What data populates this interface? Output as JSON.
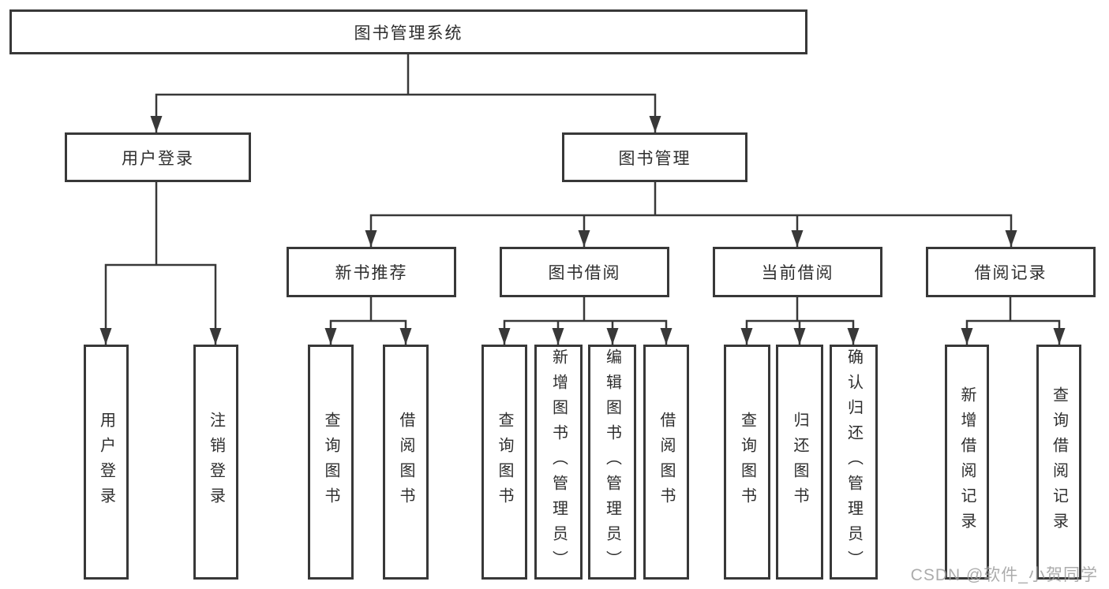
{
  "diagram": {
    "root": {
      "label": "图书管理系统"
    },
    "branches": [
      {
        "label": "用户登录",
        "children": [
          "用户登录",
          "注销登录"
        ]
      },
      {
        "label": "图书管理",
        "groups": [
          {
            "label": "新书推荐",
            "children": [
              "查询图书",
              "借阅图书"
            ]
          },
          {
            "label": "图书借阅",
            "children": [
              "查询图书",
              "新增图书（管理员）",
              "编辑图书（管理员）",
              "借阅图书"
            ]
          },
          {
            "label": "当前借阅",
            "children": [
              "查询图书",
              "归还图书",
              "确认归还（管理员）"
            ]
          },
          {
            "label": "借阅记录",
            "children": [
              "新增借阅记录",
              "查询借阅记录"
            ]
          }
        ]
      }
    ]
  },
  "watermark": "CSDN @软件_小贺同学",
  "colors": {
    "line": "#383838",
    "text": "#2e2e2e",
    "background": "#ffffff",
    "watermark": "#9e9e9e"
  }
}
